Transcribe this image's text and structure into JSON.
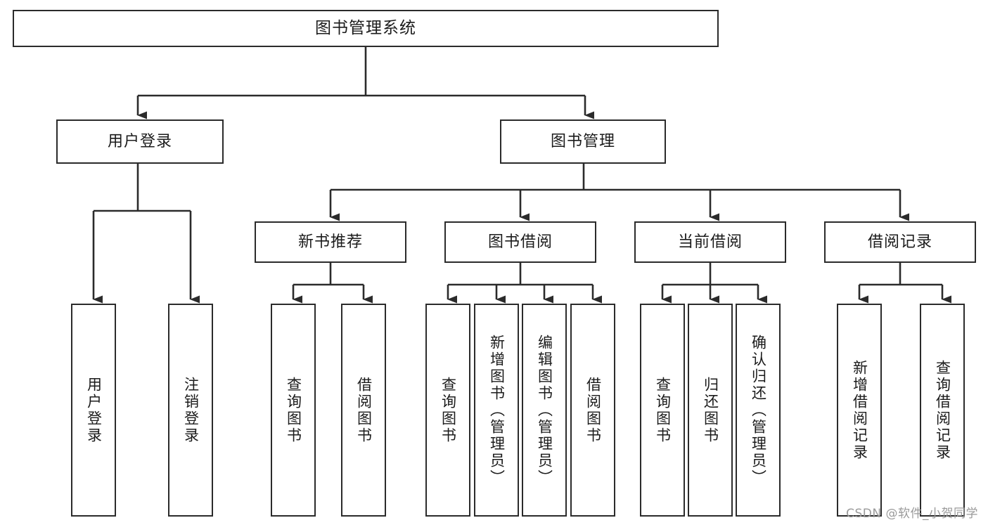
{
  "diagram": {
    "title": "图书管理系统",
    "type": "hierarchy-tree",
    "watermark": "CSDN @软件_小贺同学",
    "colors": {
      "stroke": "#2b2b2b",
      "fill": "#ffffff",
      "text": "#1b1b1b",
      "watermark": "#9a9a9a"
    },
    "levels": {
      "root": {
        "label": "图书管理系统"
      },
      "level2": [
        {
          "label": "用户登录"
        },
        {
          "label": "图书管理"
        }
      ],
      "level3": [
        {
          "label": "新书推荐"
        },
        {
          "label": "图书借阅"
        },
        {
          "label": "当前借阅"
        },
        {
          "label": "借阅记录"
        }
      ],
      "leaves": {
        "user_login": [
          {
            "label": "用户登录"
          },
          {
            "label": "注销登录"
          }
        ],
        "new_book_recommend": [
          {
            "label": "查询图书"
          },
          {
            "label": "借阅图书"
          }
        ],
        "book_borrow": [
          {
            "label": "查询图书"
          },
          {
            "label": "新增图书（管理员）"
          },
          {
            "label": "编辑图书（管理员）"
          },
          {
            "label": "借阅图书"
          }
        ],
        "current_borrow": [
          {
            "label": "查询图书"
          },
          {
            "label": "归还图书"
          },
          {
            "label": "确认归还（管理员）"
          }
        ],
        "borrow_records": [
          {
            "label": "新增借阅记录"
          },
          {
            "label": "查询借阅记录"
          }
        ]
      }
    }
  }
}
